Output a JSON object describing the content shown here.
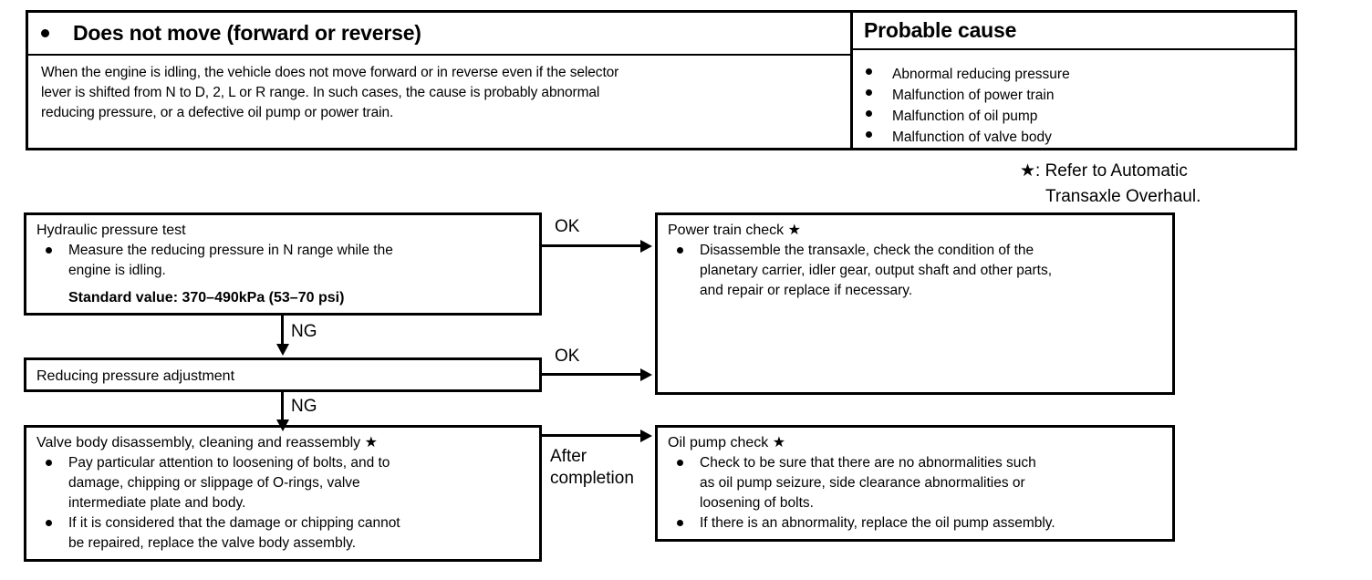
{
  "symptom_table": {
    "left_header": {
      "bullet": "bullet-icon",
      "text": "Does not move (forward or reverse)"
    },
    "right_header": {
      "text": "Probable cause"
    },
    "description_lines": [
      "When the engine is idling, the vehicle does not move forward or in reverse even if the selector",
      "lever is shifted from N to D, 2, L or R range.  In such cases, the cause is probably abnormal",
      "reducing pressure, or a defective oil pump or power train."
    ],
    "causes": [
      "Abnormal reducing pressure",
      "Malfunction of power train",
      "Malfunction of oil pump",
      "Malfunction of valve body"
    ]
  },
  "footnote": {
    "line1": "★: Refer to Automatic",
    "line2": "Transaxle Overhaul."
  },
  "flowchart": {
    "hydraulic": {
      "title": "Hydraulic pressure test",
      "bullet_lines": [
        "Measure the reducing pressure in N range while the",
        "engine is idling."
      ],
      "standard_value": "Standard value: 370–490kPa (53–70 psi)"
    },
    "reducing": {
      "title": "Reducing pressure adjustment"
    },
    "valve_body": {
      "title": "Valve body disassembly, cleaning and reassembly ★",
      "bullets": [
        [
          "Pay particular attention to loosening of bolts, and to",
          "damage,  chipping  or  slippage  of  O-rings,  valve",
          "intermediate plate and body."
        ],
        [
          "If it is considered that the damage or chipping cannot",
          "be repaired, replace the valve body assembly."
        ]
      ]
    },
    "power_train": {
      "title": "Power train check ★",
      "bullets": [
        [
          "Disassemble the transaxle, check the condition of the",
          "planetary carrier, idler gear, output shaft and other parts,",
          "and repair or replace if necessary."
        ]
      ]
    },
    "oil_pump": {
      "title": "Oil pump check ★",
      "bullets": [
        [
          "Check to be sure that there are no abnormalities such",
          "as oil pump seizure, side clearance abnormalities or",
          "loosening of bolts."
        ],
        [
          "If there is an abnormality, replace the oil pump assembly."
        ]
      ]
    },
    "connectors": {
      "ok_top": "OK",
      "ng_first": "NG",
      "ok_second": "OK",
      "ng_second": "NG",
      "after_completion_l1": "After",
      "after_completion_l2": "completion"
    }
  }
}
